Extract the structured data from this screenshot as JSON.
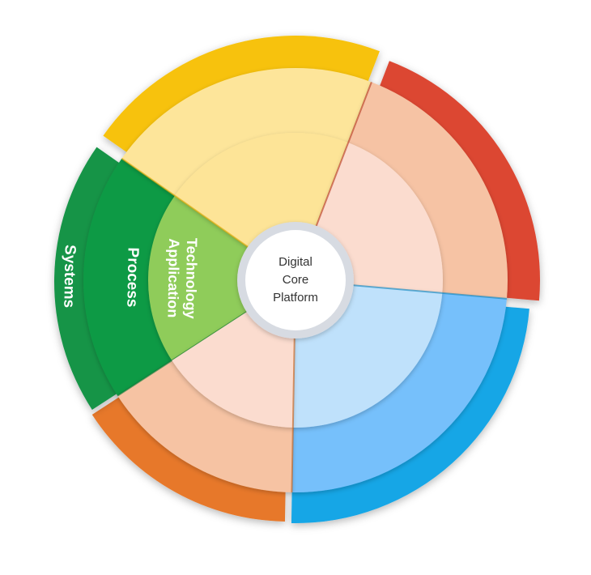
{
  "center": {
    "lines": [
      "Digital",
      "Core",
      "Platform"
    ]
  },
  "segments": [
    {
      "key": "green",
      "colors": {
        "outer": "#159447",
        "middle": "#0e9a45",
        "inner": "#8fcc5a",
        "edge": "#0b7a36"
      },
      "labels": {
        "outer": "Systems",
        "middle": "Process",
        "inner_lines": [
          "Application",
          "Technology"
        ]
      }
    },
    {
      "key": "yellow",
      "colors": {
        "outer": "#f7c209",
        "middle": "#fde59a",
        "inner": "#fde497",
        "edge": "#e0a800"
      },
      "labels": {
        "outer": "",
        "middle": "",
        "inner_lines": []
      }
    },
    {
      "key": "red",
      "colors": {
        "outer": "#dc4632",
        "middle": "#f6c3a4",
        "inner": "#fbdccf",
        "edge": "#b8331f"
      },
      "labels": {
        "outer": "",
        "middle": "",
        "inner_lines": []
      }
    },
    {
      "key": "blue",
      "colors": {
        "outer": "#14a6e6",
        "middle": "#76c0fb",
        "inner": "#bfe1fb",
        "edge": "#0b86c0"
      },
      "labels": {
        "outer": "",
        "middle": "",
        "inner_lines": []
      }
    },
    {
      "key": "orange",
      "colors": {
        "outer": "#e7782a",
        "middle": "#f6c3a3",
        "inner": "#fbdccf",
        "edge": "#c45f17"
      },
      "labels": {
        "outer": "",
        "middle": "",
        "inner_lines": []
      }
    }
  ],
  "colors": {
    "center_ring": "#d7dbe2",
    "center_fill": "#ffffff"
  }
}
